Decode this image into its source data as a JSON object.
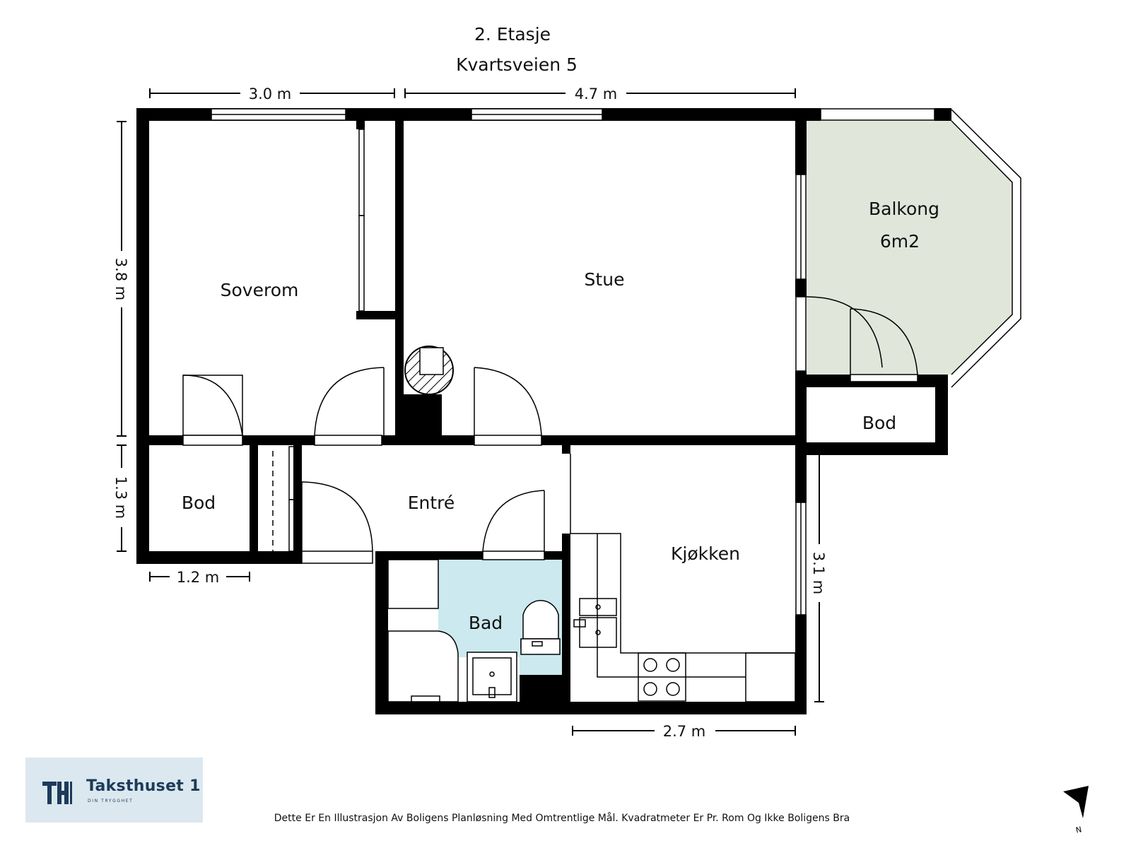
{
  "header": {
    "floor": "2. Etasje",
    "address": "Kvartsveien 5"
  },
  "rooms": {
    "soverom": "Soverom",
    "stue": "Stue",
    "balkong": "Balkong",
    "balkong_area": "6m2",
    "bod_top": "Bod",
    "bod_left": "Bod",
    "entre": "Entré",
    "kjokken": "Kjøkken",
    "bad": "Bad"
  },
  "dimensions": {
    "top_left": "3.0 m",
    "top_right": "4.7 m",
    "left_upper": "3.8 m",
    "left_lower": "1.3 m",
    "bottom_left": "1.2 m",
    "right_kitchen": "3.1 m",
    "bottom_kitchen": "2.7 m"
  },
  "logo": {
    "name": "Taksthuset 1",
    "tagline": "DIN TRYGGHET"
  },
  "footer": {
    "disclaimer": "Dette Er En Illustrasjon Av Boligens Planløsning Med Omtrentlige Mål. Kvadratmeter Er Pr. Rom Og Ikke Boligens Bra"
  },
  "compass": {
    "label": "N"
  },
  "colors": {
    "wall": "#000000",
    "balcony_fill": "#e0e6da",
    "bathroom_fill": "#cbe9ee",
    "logo_bg": "#dbe8ef",
    "logo_text": "#1d3b5a"
  }
}
